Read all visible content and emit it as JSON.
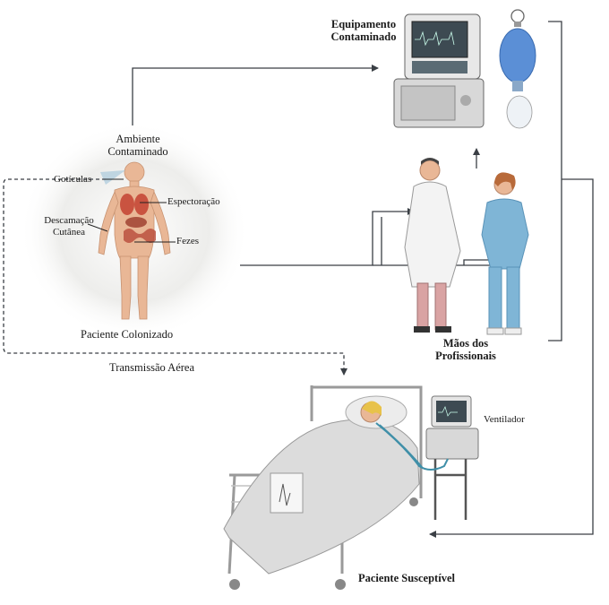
{
  "labels": {
    "equipamento": [
      "Equipamento",
      "Contaminado"
    ],
    "ambiente": [
      "Ambiente",
      "Contaminado"
    ],
    "goticulas": "Gotículas",
    "espectoracao": "Espectoração",
    "descamacao": [
      "Descamação",
      "Cutânea"
    ],
    "fezes": "Fezes",
    "paciente_colonizado": "Paciente Colonizado",
    "transmissao": "Transmissão Aérea",
    "maos": [
      "Mãos dos",
      "Profissionais"
    ],
    "ventilador": "Ventilador",
    "paciente_susceptivel": "Paciente Susceptível"
  },
  "colors": {
    "line": "#3a3f45",
    "halo": "#e4e4e0",
    "organs": "#c0392b",
    "skin": "#e9b796",
    "scrubs": "#7fb5d6",
    "coat": "#f3f3f3",
    "bed": "#e2e2e2",
    "bag": "#5b8fd6"
  }
}
